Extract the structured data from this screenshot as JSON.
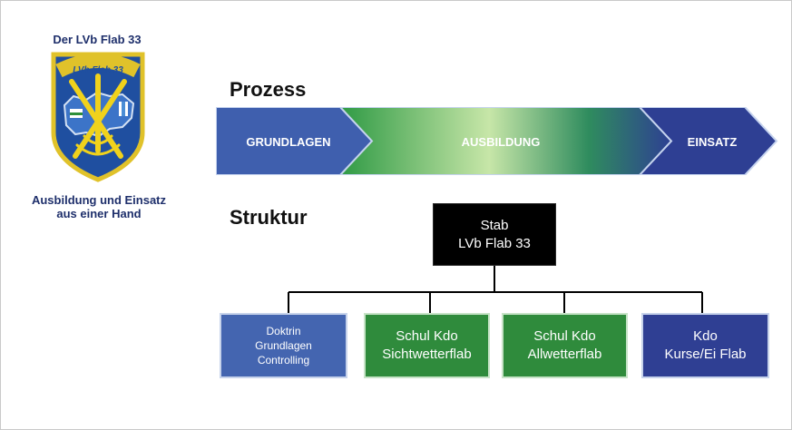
{
  "header": {
    "title": "Der LVb Flab 33",
    "tagline_line1": "Ausbildung und Einsatz",
    "tagline_line2": "aus einer Hand"
  },
  "badge": {
    "text": "LVb Flab 33",
    "colors": {
      "shield_blue": "#1f4fa0",
      "shield_border": "#e0c22a",
      "cannon_yellow": "#f0d21c"
    }
  },
  "process": {
    "title": "Prozess",
    "stages": [
      "GRUNDLAGEN",
      "AUSBILDUNG",
      "EINSATZ"
    ],
    "colors": {
      "blue": "#3f5fae",
      "green": "#2f9a45",
      "light_green": "#c7e6a8",
      "navy": "#2e3f93"
    }
  },
  "structure": {
    "title": "Struktur",
    "top": {
      "line1": "Stab",
      "line2": "LVb Flab 33"
    },
    "units": [
      {
        "lines": [
          "Doktrin",
          "Grundlagen",
          "Controlling"
        ]
      },
      {
        "lines": [
          "Schul Kdo",
          "Sichtwetterflab"
        ]
      },
      {
        "lines": [
          "Schul Kdo",
          "Allwetterflab"
        ]
      },
      {
        "lines": [
          "Kdo",
          "Kurse/Ei Flab"
        ]
      }
    ]
  }
}
